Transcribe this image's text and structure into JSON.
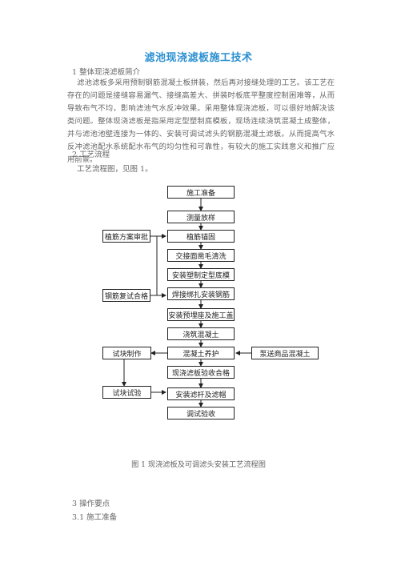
{
  "title": "滤池现浇滤板施工技术",
  "sections": {
    "s1_heading": "1  整体现浇滤板简介",
    "s1_paragraph": "滤池滤板多采用预制钢筋混凝土板拼装，然后再对接缝处理的工艺。该工艺在存在的问题是接缝容易漏气、接缝高差大、拼装时板底平整度控制困难等，从而导致布气不均，影响滤池气水反冲效果。采用整体现浇滤板，可以很好地解决该类问题。整体现浇滤板是指采用定型塑制底模板，现场连续浇筑混凝土成整体，并与滤池池壁连接为一体的、安装可调试滤头的钢筋混凝土滤板。从而提高气水反冲滤池配水系统配水布气的均匀性和可靠性，有较大的施工实践意义和推广应用前景。",
    "s2_heading": "2  工艺流程",
    "s2_paragraph": "工艺流程图，见图 1。",
    "s3_heading": "3  操作要点",
    "s31_heading": "3.1  施工准备"
  },
  "flowchart": {
    "main_steps": [
      "施工准备",
      "测量放样",
      "植筋锚固",
      "交接面凿毛清洗",
      "安装塑制定型底模",
      "焊接绑扎安装钢筋",
      "安装预埋座及施工盖",
      "浇筑混凝土",
      "混凝土养护",
      "现浇滤板验收合格",
      "安装滤杆及滤帽",
      "调试验收"
    ],
    "left_steps": [
      "植筋方案审批",
      "钢筋复试合格",
      "试块制作",
      "试块试验"
    ],
    "right_steps": [
      "泵送商品混凝土"
    ]
  },
  "caption": "图 1   现浇滤板及可调滤头安装工艺流程图"
}
